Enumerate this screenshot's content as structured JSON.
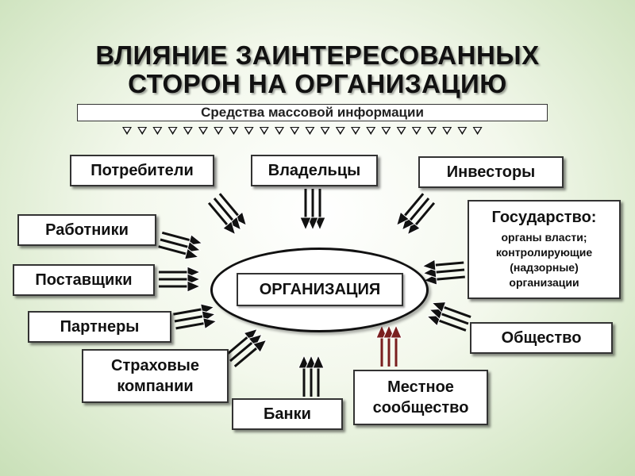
{
  "title": {
    "line1": "ВЛИЯНИЕ ЗАИНТЕРЕСОВАННЫХ",
    "line2": "СТОРОН НА ОРГАНИЗАЦИЮ"
  },
  "media_label": "Средства массовой информации",
  "center_label": "ОРГАНИЗАЦИЯ",
  "stakeholders": {
    "consumers": "Потребители",
    "owners": "Владельцы",
    "investors": "Инвесторы",
    "workers": "Работники",
    "suppliers": "Поставщики",
    "partners": "Партнеры",
    "insurance": "Страховые компании",
    "banks": "Банки",
    "local_community": "Местное сообщество",
    "society": "Общество",
    "state": {
      "title": "Государство:",
      "lines": [
        "органы власти;",
        "контролирующие",
        "(надзорные)",
        "организации"
      ]
    }
  },
  "colors": {
    "arrow": "#111111",
    "arrow_highlight": "#7a1f1f",
    "box_border": "#333333",
    "background": "#dcebcf"
  }
}
